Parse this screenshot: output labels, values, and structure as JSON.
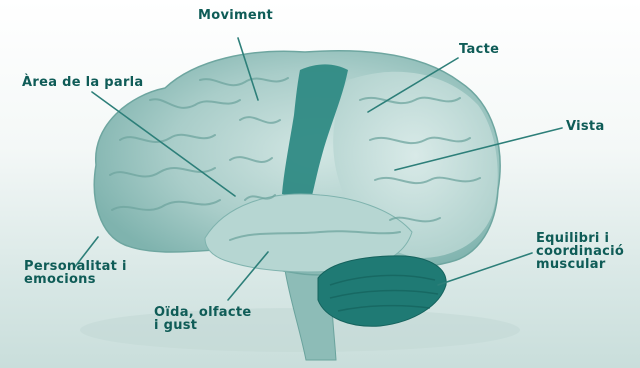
{
  "labels": {
    "moviment": "Moviment",
    "tacte": "Tacte",
    "area_parla": "Àrea de la parla",
    "vista": "Vista",
    "personalitat": [
      "Personalitat i",
      "emocions"
    ],
    "oida": [
      "Oïda, olfacte",
      "i gust"
    ],
    "equilibri": [
      "Equilibri i",
      "coordinació",
      "muscular"
    ]
  },
  "colors": {
    "label_text": "#0f5c57",
    "leader_line": "#2d7f79",
    "brain_base": "#a3cac6",
    "brain_light": "#cde3df",
    "motor_strip": "#2f8a84",
    "cerebellum": "#1f7a74",
    "brainstem": "#8dbcb7"
  }
}
